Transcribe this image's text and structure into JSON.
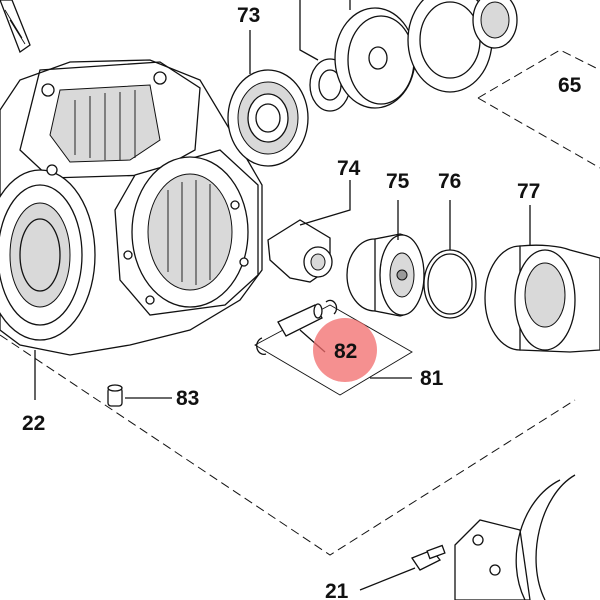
{
  "highlight_color": "#f26b6b",
  "callouts": {
    "c73": "73",
    "c65": "65",
    "c74": "74",
    "c75": "75",
    "c76": "76",
    "c77": "77",
    "c82": "82",
    "c81": "81",
    "c83": "83",
    "c22": "22",
    "c21": "21"
  }
}
